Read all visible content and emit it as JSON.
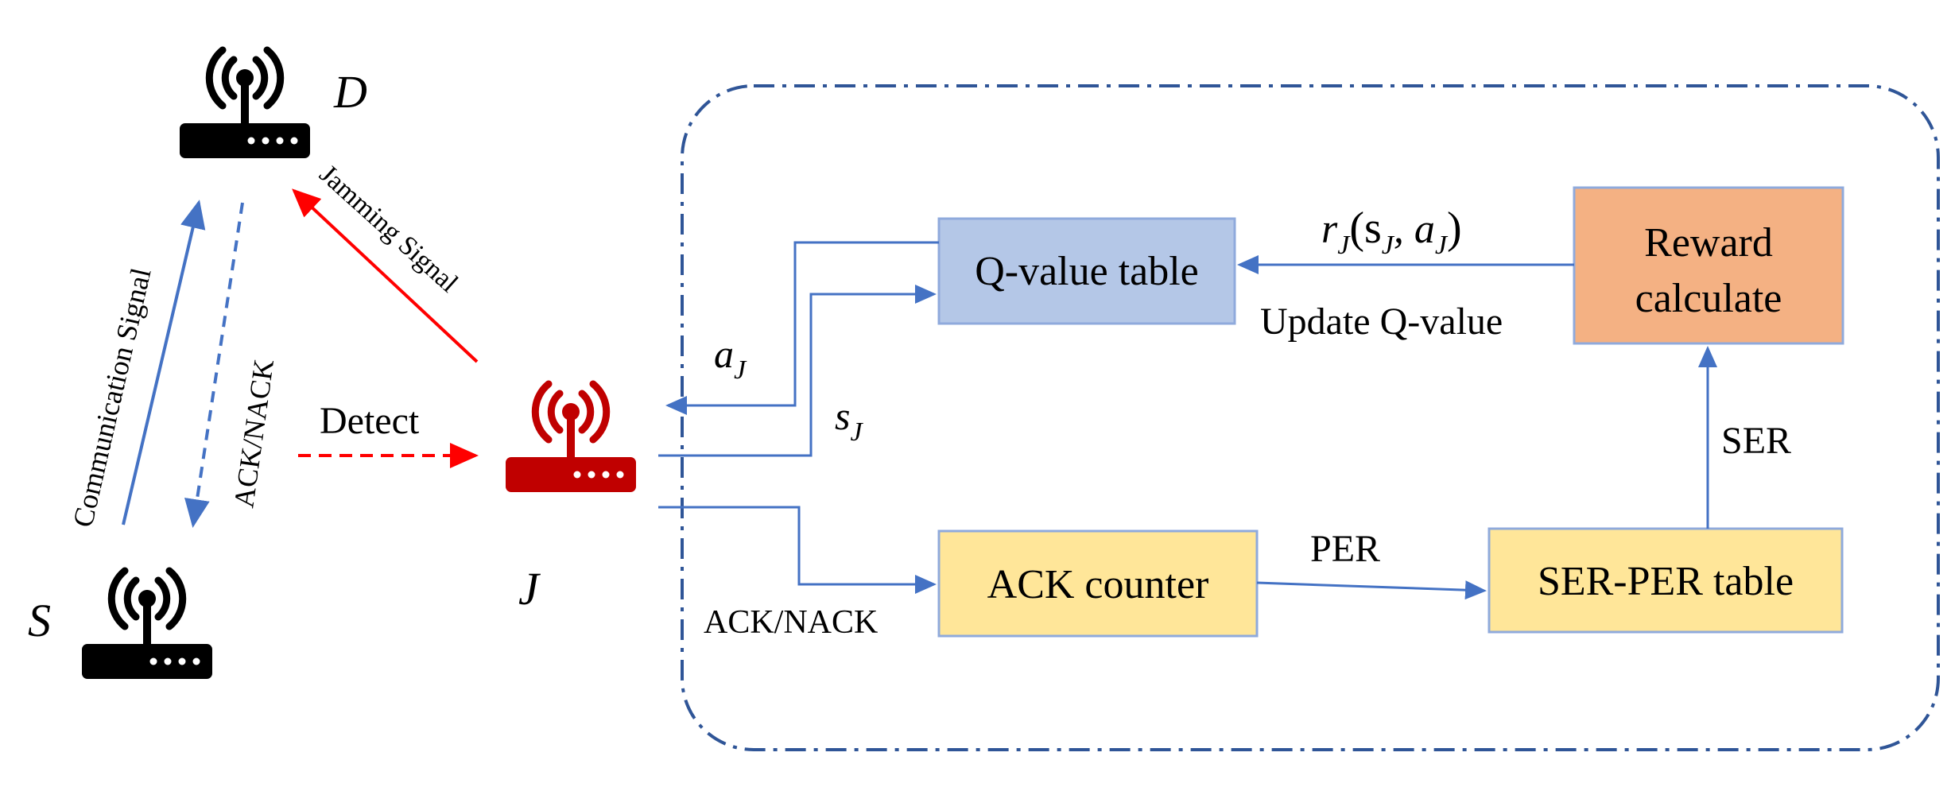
{
  "nodes": {
    "destination": {
      "label": "D",
      "color": "#000000"
    },
    "source": {
      "label": "S",
      "color": "#000000"
    },
    "jammer": {
      "label": "J",
      "color": "#c00000"
    }
  },
  "links": {
    "communication_signal": "Communication Signal",
    "ack_nack": "ACK/NACK",
    "jamming_signal": "Jamming Signal",
    "detect": "Detect"
  },
  "agent": {
    "q_table": {
      "label": "Q-value table",
      "fill": "#b4c7e7",
      "stroke": "#8faadc"
    },
    "reward": {
      "label_line1": "Reward",
      "label_line2": "calculate",
      "fill": "#f4b183",
      "stroke": "#8faadc"
    },
    "ack_counter": {
      "label": "ACK counter",
      "fill": "#ffe699",
      "stroke": "#8faadc"
    },
    "ser_per_table": {
      "label": "SER-PER table",
      "fill": "#ffe699",
      "stroke": "#8faadc"
    },
    "reward_expr": {
      "r": "r",
      "sub": "J",
      "args": "(s",
      "s_sub": "J",
      "comma": ", a",
      "a_sub": "J",
      "close": ")"
    },
    "update_label": "Update Q-value",
    "action_label": {
      "base": "a",
      "sub": "J"
    },
    "state_label": {
      "base": "s",
      "sub": "J"
    },
    "ack_nack_label": "ACK/NACK",
    "per_label": "PER",
    "ser_label": "SER"
  },
  "colors": {
    "flow_blue": "#4472c4",
    "jam_red": "#ff0000",
    "boundary": "#2f5597"
  }
}
